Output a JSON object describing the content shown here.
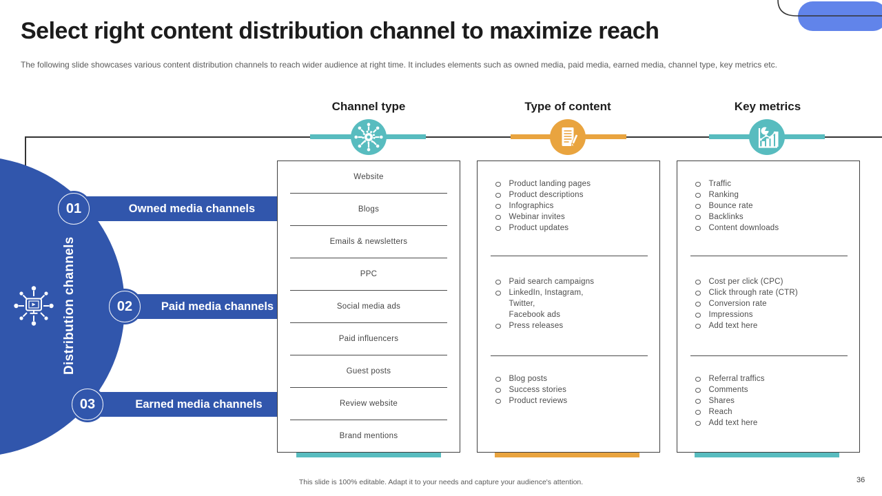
{
  "slide": {
    "title": "Select right content distribution channel to maximize reach",
    "subtitle": "The following slide showcases various content distribution channels to reach wider audience at right time. It includes elements such as owned media, paid media, earned media, channel type, key metrics etc.",
    "footer": "This slide is 100% editable. Adapt it to your needs and capture your audience's attention.",
    "page_number": "36"
  },
  "colors": {
    "royal_blue": "#3156AC",
    "teal": "#58BCBF",
    "orange": "#E9A43F",
    "pill_blue": "#6184EA"
  },
  "icons": {
    "channel_type": "network-hub-icon",
    "type_of_content": "document-pen-icon",
    "key_metrics": "bar-chart-pie-icon",
    "distribution": "connected-monitor-icon"
  },
  "left_panel": {
    "label": "Distribution channels",
    "rows": [
      {
        "number": "01",
        "label": "Owned media channels"
      },
      {
        "number": "02",
        "label": "Paid media channels"
      },
      {
        "number": "03",
        "label": "Earned media channels"
      }
    ]
  },
  "columns": [
    {
      "header": "Channel type",
      "items": [
        "Website",
        "Blogs",
        "Emails & newsletters",
        "PPC",
        "Social media ads",
        "Paid influencers",
        "Guest posts",
        "Review website",
        "Brand mentions"
      ]
    },
    {
      "header": "Type of content",
      "sections": [
        [
          "Product landing pages",
          "Product descriptions",
          "Infographics",
          "Webinar invites",
          "Product updates"
        ],
        [
          "Paid search campaigns",
          "LinkedIn, Instagram,\nTwitter,\nFacebook ads",
          "Press releases"
        ],
        [
          "Blog posts",
          "Success stories",
          "Product reviews"
        ]
      ]
    },
    {
      "header": "Key metrics",
      "sections": [
        [
          "Traffic",
          "Ranking",
          "Bounce rate",
          "Backlinks",
          "Content downloads"
        ],
        [
          "Cost per click (CPC)",
          "Click through rate (CTR)",
          "Conversion rate",
          "Impressions",
          "Add text here"
        ],
        [
          "Referral traffics",
          "Comments",
          "Shares",
          "Reach",
          "Add text here"
        ]
      ]
    }
  ]
}
